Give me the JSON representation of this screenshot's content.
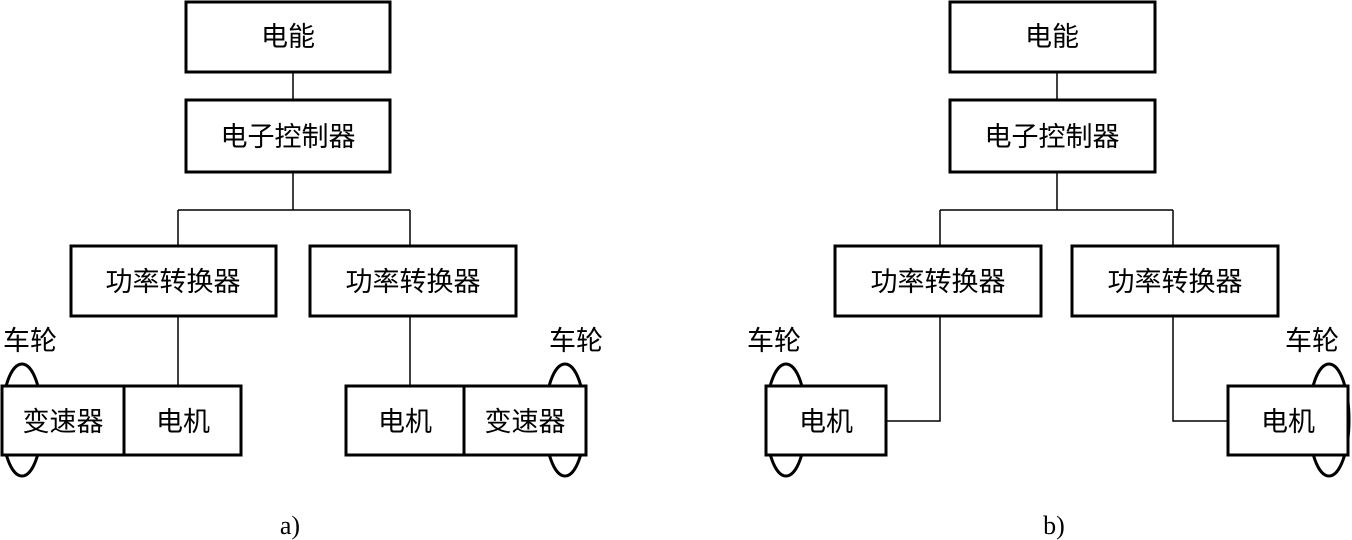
{
  "diagram_a": {
    "power_source": "电能",
    "controller": "电子控制器",
    "converter_left": "功率转换器",
    "converter_right": "功率转换器",
    "wheel_left": "车轮",
    "wheel_right": "车轮",
    "gearbox_left": "变速器",
    "motor_left": "电机",
    "motor_right": "电机",
    "gearbox_right": "变速器",
    "caption": "a)"
  },
  "diagram_b": {
    "power_source": "电能",
    "controller": "电子控制器",
    "converter_left": "功率转换器",
    "converter_right": "功率转换器",
    "wheel_left": "车轮",
    "wheel_right": "车轮",
    "motor_left": "电机",
    "motor_right": "电机",
    "caption": "b)"
  }
}
